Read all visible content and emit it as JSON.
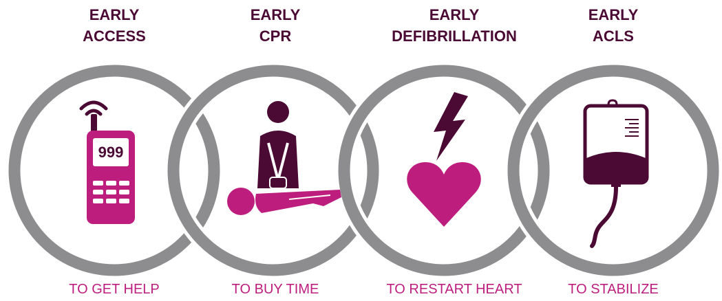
{
  "colors": {
    "ring": "#8d8d8f",
    "dark": "#4a0a33",
    "accent": "#bd1e7e",
    "background": "#ffffff"
  },
  "steps": [
    {
      "title_line1": "EARLY",
      "title_line2": "ACCESS",
      "caption": "TO GET HELP",
      "icon": "mobile-phone-icon",
      "phone_number": "999"
    },
    {
      "title_line1": "EARLY",
      "title_line2": "CPR",
      "caption": "TO BUY TIME",
      "icon": "cpr-rescuer-icon"
    },
    {
      "title_line1": "EARLY",
      "title_line2": "DEFIBRILLATION",
      "caption": "TO RESTART HEART",
      "icon": "lightning-heart-icon"
    },
    {
      "title_line1": "EARLY",
      "title_line2": "ACLS",
      "caption": "TO STABILIZE",
      "icon": "iv-bag-icon"
    }
  ]
}
